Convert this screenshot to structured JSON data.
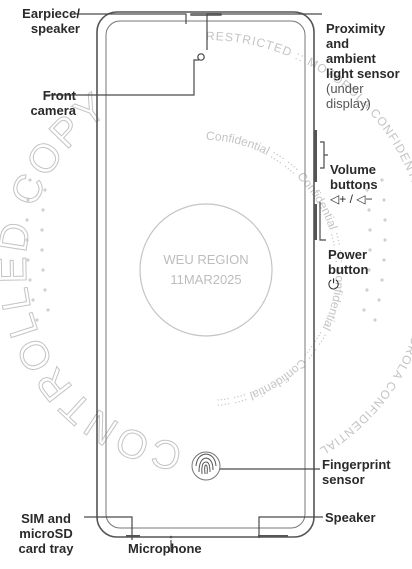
{
  "labels": {
    "earpiece": "Earpiece/\nspeaker",
    "front_camera": "Front\ncamera",
    "proximity_main": "Proximity\nand\nambient\nlight sensor",
    "proximity_note": "(under\ndisplay)",
    "volume": "Volume\nbuttons",
    "volume_symbols": "◁+ / ◁−",
    "power": "Power\nbutton",
    "power_symbol": "⏻",
    "fingerprint": "Fingerprint\nsensor",
    "sim": "SIM and\nmicroSD\ncard tray",
    "microphone": "Microphone",
    "speaker": "Speaker"
  },
  "watermark": {
    "controlled_copy": "CONTROLLED COPY",
    "restricted_ring": "RESTRICTED :: MOTOROLA CONFIDENTIAL RESTRICTED :: MOTOROLA CONFIDENTIAL",
    "confidential_ring": "Confidential :::: :::: Confidential :::: :::: Confidential :::: :::: Confidential :::: ::::",
    "region": "WEU REGION",
    "date": "11MAR2025"
  },
  "colors": {
    "line": "#4a4a4a",
    "text": "#2a2a2a",
    "watermark": "#c8c8c8"
  }
}
